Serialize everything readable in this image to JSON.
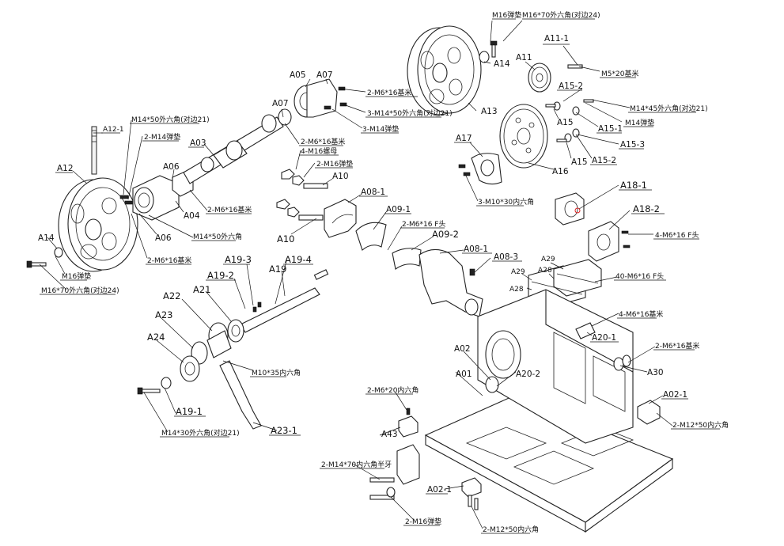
{
  "labels": {
    "m16_washer_top": "M16弹垫",
    "m16_70_top": "M16*70外六角(对边24)",
    "a11_1": "A11-1",
    "a11": "A11",
    "m5_20": "M5*20基米",
    "a14_top": "A14",
    "a05": "A05",
    "a07_top": "A07",
    "m6_16_a": "2-M6*16基米",
    "m14_50_21_a": "3-M14*50外六角(对边21)",
    "m14_washer_3": "3-M14弹垫",
    "a13": "A13",
    "a15_2_top": "A15-2",
    "m14_45": "M14*45外六角(对边21)",
    "a15_top": "A15",
    "m14_washer": "M14弹垫",
    "a15_1": "A15-1",
    "a15_3": "A15-3",
    "a16": "A16",
    "a15_bottom": "A15",
    "a15_2_bottom": "A15-2",
    "a17": "A17",
    "m10_30": "3-M10*30内六角",
    "a12_1": "A12-1",
    "m14_50_21_b": "M14*50外六角(对边21)",
    "m14_washer_2": "2-M14弹垫",
    "a07_mid": "A07",
    "m6_16_b": "2-M6*16基米",
    "m16_nut_4": "4-M16螺母",
    "a03": "A03",
    "m16_washer_2": "2-M16弹垫",
    "a10_top": "A10",
    "a12": "A12",
    "a06_top": "A06",
    "a04": "A04",
    "m6_16_c": "2-M6*16基米",
    "m14_50_hex": "M14*50外六角",
    "a06_bottom": "A06",
    "m6_16_d": "2-M6*16基米",
    "a08_1_top": "A08-1",
    "a09_1": "A09-1",
    "m6_16_f": "2-M6*16 F头",
    "a09_2": "A09-2",
    "a10_bottom": "A10",
    "a08_1_bottom": "A08-1",
    "a08_3": "A08-3",
    "a18_1": "A18-1",
    "a18_2": "A18-2",
    "m6_16_f4": "4-M6*16 F头",
    "a14_left": "A14",
    "m16_washer_left": "M16弹垫",
    "m16_70_left": "M16*70外六角(对边24)",
    "a29_a": "A29",
    "a29_b": "A29",
    "a28_a": "A28",
    "a28_b": "A28",
    "m6_16_f40": "40-M6*16 F头",
    "a19_3": "A19-3",
    "a19_4": "A19-4",
    "a19_2": "A19-2",
    "a19": "A19",
    "a22": "A22",
    "a21": "A21",
    "a23": "A23",
    "a24": "A24",
    "m6_16_4": "4-M6*16基米",
    "a20_1": "A20-1",
    "m6_16_e": "2-M6*16基米",
    "a02_top": "A02",
    "a30": "A30",
    "m10_35": "M10*35内六角",
    "a01": "A01",
    "a20_2": "A20-2",
    "a19_1": "A19-1",
    "m6_20": "2-M6*20内六角",
    "a02_1_right": "A02-1",
    "m12_50_right": "2-M12*50内六角",
    "m14_30": "M14*30外六角(对边21)",
    "a23_1": "A23-1",
    "a43": "A43",
    "m14_70": "2-M14*70内六角半牙",
    "a02_1_bottom": "A02-1",
    "m16_washer_bottom": "2-M16弹垫",
    "m12_50_bottom": "2-M12*50内六角"
  }
}
